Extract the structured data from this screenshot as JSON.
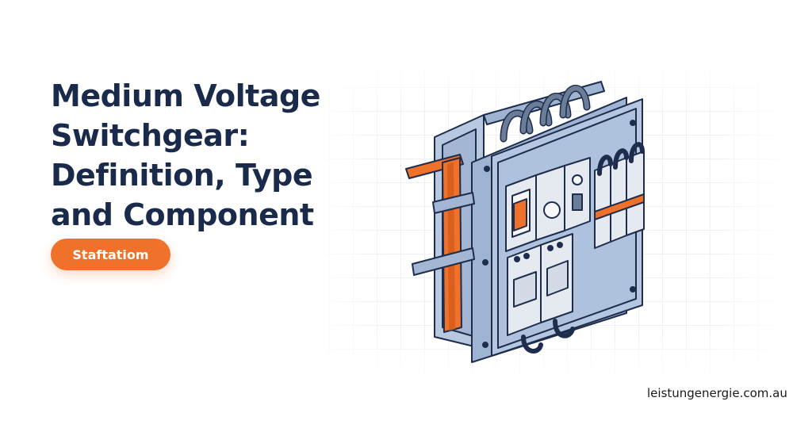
{
  "title_lines": [
    "Medium Voltage",
    "Switchgear:",
    "Definition, Type",
    "and Component"
  ],
  "tag_label": "Staftatiom",
  "website": "leistungenergie.com.au",
  "colors": {
    "title": "#1a2a4a",
    "accent": "#f0722a",
    "panel": "#a9bcd8",
    "outline": "#1f2d4d"
  },
  "illustration": {
    "icon": "switchgear-panel-icon"
  }
}
